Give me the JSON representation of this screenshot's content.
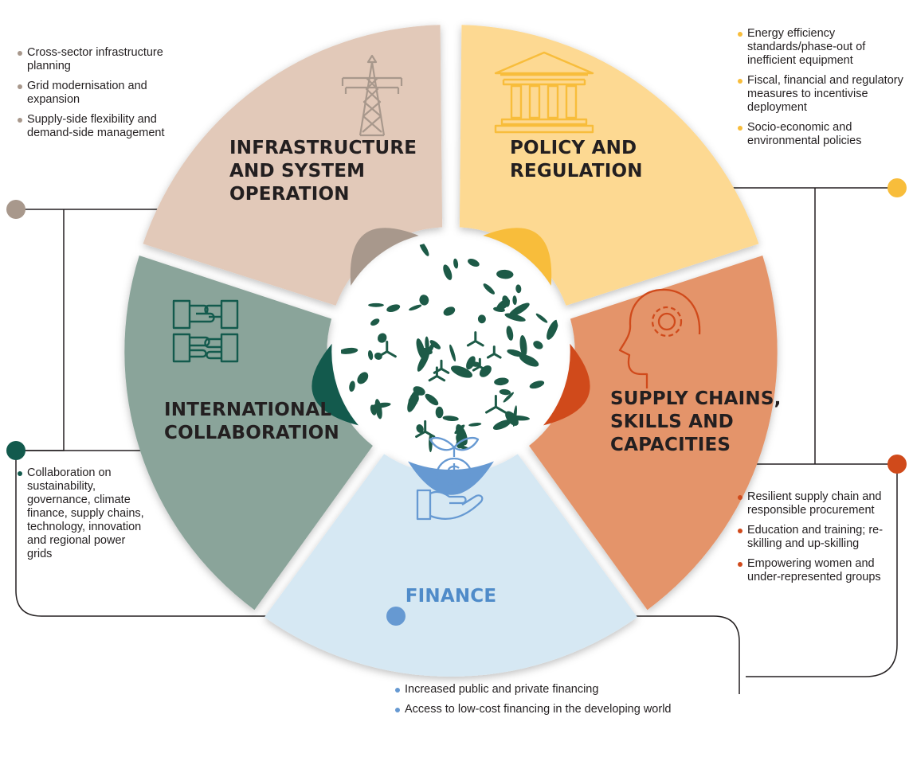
{
  "segments": {
    "infrastructure": {
      "title_lines": [
        "INFRASTRUCTURE",
        "AND SYSTEM",
        "OPERATION"
      ],
      "color": "#e2c9b9",
      "inner_color": "#a8988c",
      "icon": "power-pylon-icon",
      "bullets": [
        "Cross-sector infrastructure planning",
        "Grid modernisation and expansion",
        "Supply-side flexibility and demand-side management"
      ]
    },
    "policy": {
      "title_lines": [
        "POLICY AND",
        "REGULATION"
      ],
      "color": "#fdd992",
      "inner_color": "#f8bd3b",
      "icon": "government-building-icon",
      "bullets": [
        "Energy efficiency standards/phase-out of inefficient equipment",
        "Fiscal, financial and regulatory measures to incentivise deployment",
        "Socio-economic and environmental policies"
      ]
    },
    "supply_chains": {
      "title_lines": [
        "SUPPLY CHAINS,",
        "SKILLS AND",
        "CAPACITIES"
      ],
      "color": "#e4946a",
      "inner_color": "#d04a1b",
      "icon": "head-with-gear-icon",
      "bullets": [
        "Resilient supply chain and responsible procurement",
        "Education and training; re-skilling and up-skilling",
        "Empowering women and under-represented groups"
      ]
    },
    "finance": {
      "title_lines": [
        "FINANCE"
      ],
      "color": "#d6e8f3",
      "inner_color": "#6699d2",
      "icon": "hand-money-plant-icon",
      "bullets": [
        "Increased public and private financing",
        "Access to low-cost financing in the developing world"
      ]
    },
    "international": {
      "title_lines": [
        "INTERNATIONAL",
        "COLLABORATION"
      ],
      "color": "#8aa49a",
      "inner_color": "#135a4d",
      "icon": "joined-hands-icon",
      "bullets": [
        "Collaboration on sustainability, governance, climate finance, supply chains, technology, innovation and regional power grids"
      ]
    }
  },
  "colors": {
    "text": "#231f20",
    "connector": "#231f20",
    "center_pattern": "#1d5a47"
  }
}
